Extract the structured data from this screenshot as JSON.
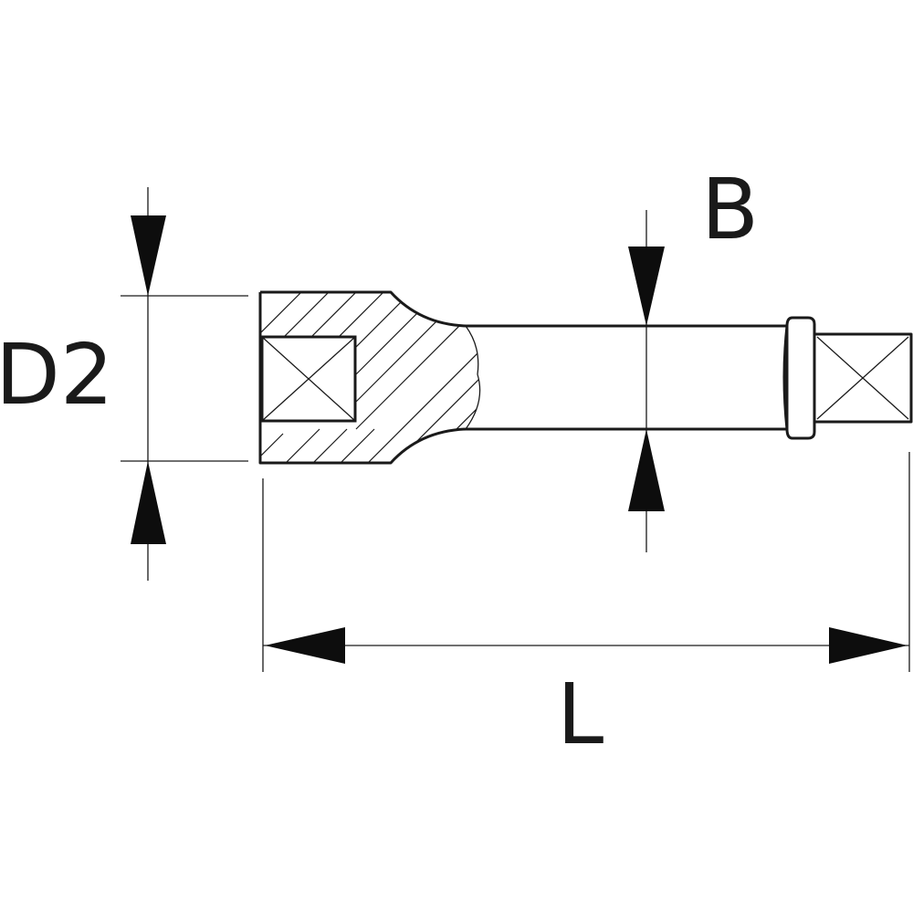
{
  "labels": {
    "d2": "D2",
    "b": "B",
    "l": "L"
  },
  "colors": {
    "line": "#1a1a1a",
    "background": "#ffffff"
  }
}
